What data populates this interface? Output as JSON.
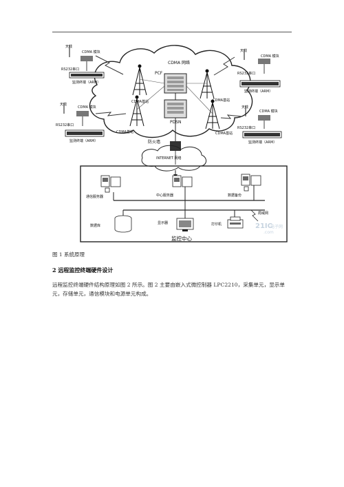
{
  "figure": {
    "cloud_label": "CDMA 网络",
    "pcf_label": "PCF",
    "pdsn_label": "PDSN",
    "firewall_label": "防火墙",
    "internet_label": "INTERNET 网络",
    "terminals": [
      {
        "antenna": "天线",
        "module": "CDMA 模块",
        "serial": "RS232串口",
        "device": "监测终端（ARM）"
      },
      {
        "antenna": "天线",
        "module": "CDMA 模块",
        "serial": "RS232串口",
        "device": "监测终端（ARM）"
      },
      {
        "antenna": "天线",
        "module": "CDMA 模块",
        "serial": "RS232串口",
        "device": "监测终端（ARM）"
      },
      {
        "antenna": "天线",
        "module": "CDMA 模块",
        "serial": "RS232串口",
        "device": "监测终端（ARM）"
      }
    ],
    "base_station_label": "CDMA基站",
    "servers": [
      "通信服务器",
      "中心服务器",
      "数据备份"
    ],
    "database_label": "数据库",
    "display_label": "显示器",
    "printer_label": "打印机",
    "lan_label": "局域网",
    "center_label": "监控中心",
    "watermark_main": "21IC",
    "watermark_cn": "电子网",
    "watermark_url": ".com"
  },
  "caption": "图 1  系统原理",
  "section_heading": "2  远程监控终端硬件设计",
  "paragraph": "远程监控终端硬件结构原理如图 2  所示。图 2  主要由嵌入式微控制器 LPC2210，采集单元，显示单元，存储单元，通信模块和电源单元构成。"
}
